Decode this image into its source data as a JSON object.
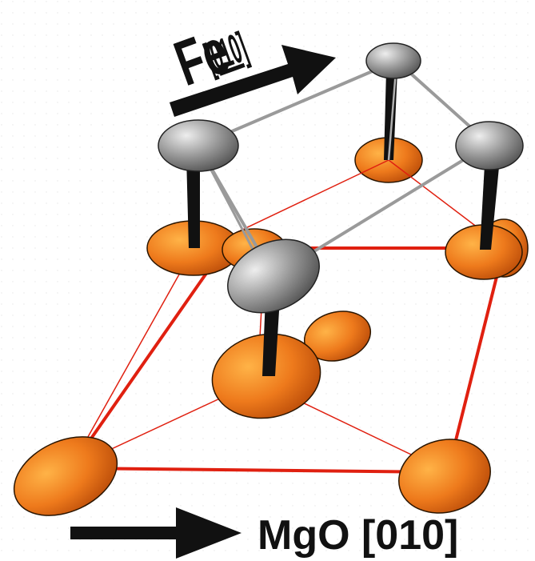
{
  "labels": {
    "fe_element": "Fe",
    "fe_direction": "[010]",
    "mgo_direction": "MgO [010]"
  },
  "colors": {
    "fe_atom": "#8a8a8a",
    "fe_atom_highlight": "#d9d9d9",
    "mgo_atom": "#e8731a",
    "mgo_atom_highlight": "#ffb347",
    "mgo_lattice": "#e02010",
    "fe_lattice": "#9a9a9a",
    "bond": "#111111",
    "arrow": "#111111"
  }
}
